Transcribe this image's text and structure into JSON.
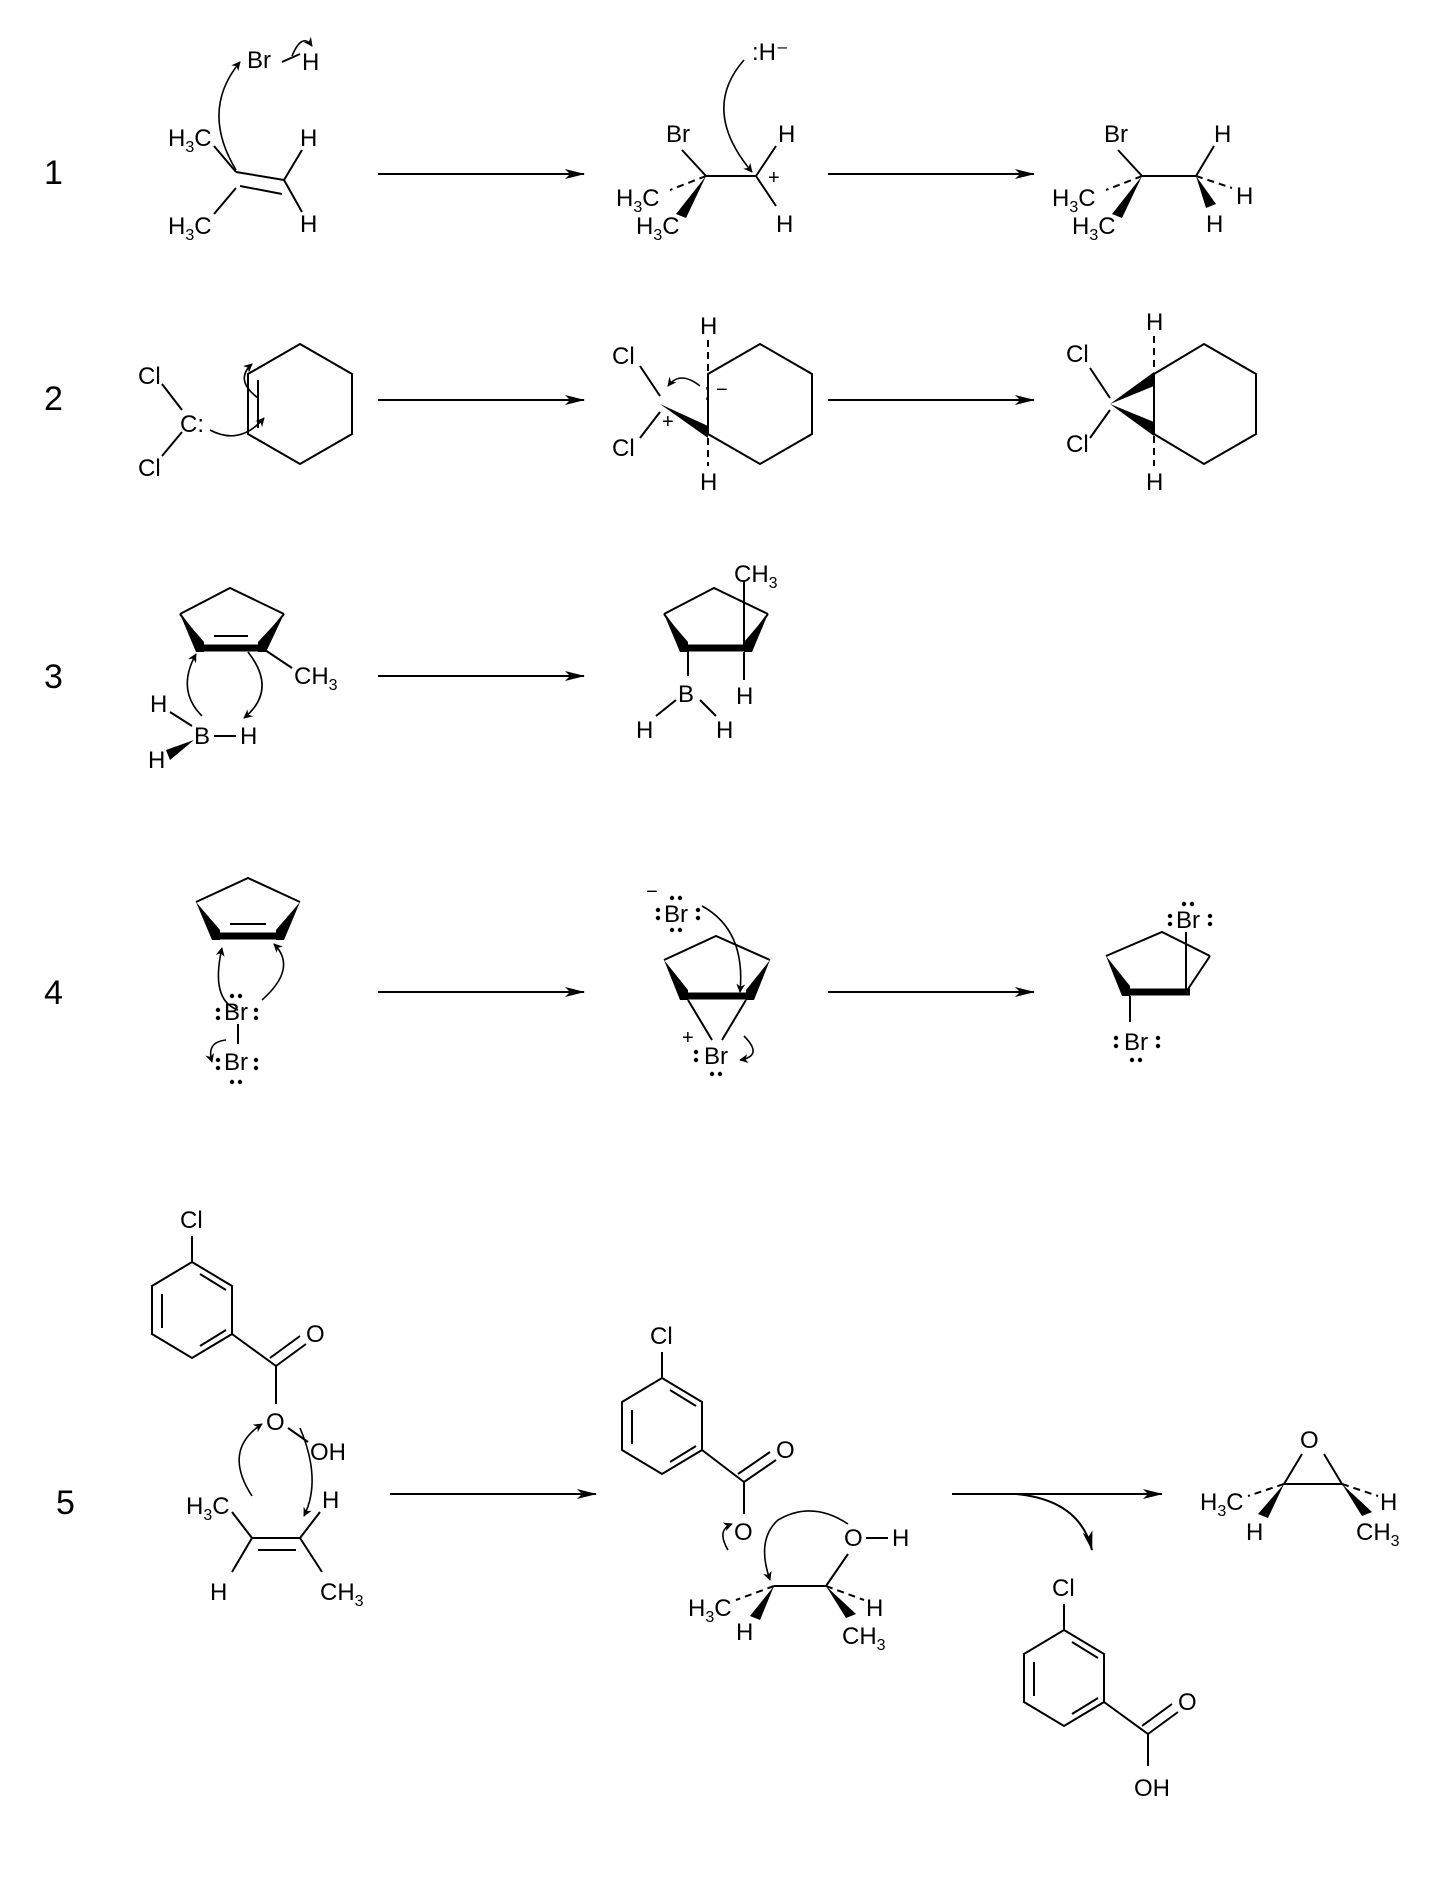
{
  "steps": [
    {
      "number": "1"
    },
    {
      "number": "2"
    },
    {
      "number": "3"
    },
    {
      "number": "4"
    },
    {
      "number": "5"
    }
  ],
  "atoms": {
    "br": "Br",
    "h": "H",
    "h_minus": "H⁻",
    "cl": "Cl",
    "c": "C",
    "b": "B",
    "o": "O",
    "oh": "OH",
    "ch3": "CH3",
    "h3c": "H3C",
    "plus": "+",
    "minus": "−"
  }
}
